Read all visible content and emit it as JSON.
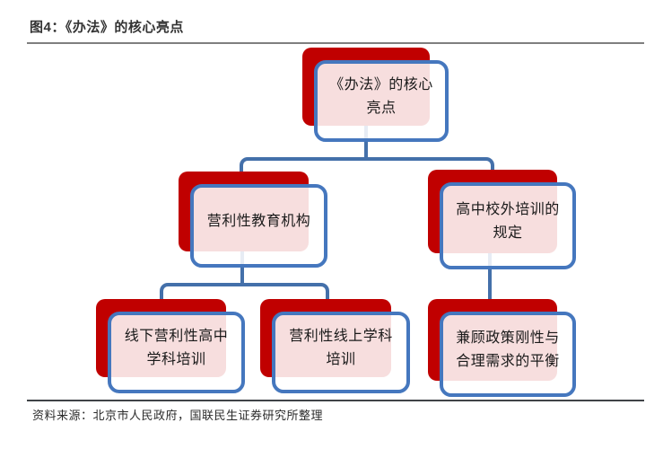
{
  "figure": {
    "title": "图4：《办法》的核心亮点",
    "source": "资料来源：北京市人民政府，国联民生证券研究所整理"
  },
  "palette": {
    "shadow_red": "#C00000",
    "box_border_blue": "#4577BE",
    "box_overlap_pink": "#F7E2E1",
    "connector_blue": "#4470AA",
    "title_text": "#333333",
    "top_divider_gray": "#7F7F7F",
    "bottom_divider_dark": "#3F4347"
  },
  "diagram": {
    "type": "tree",
    "nodes": [
      {
        "id": "root",
        "parent": null,
        "label": "《办法》的核心亮点",
        "lines": [
          "《办法》的核心",
          "亮点"
        ]
      },
      {
        "id": "profit-org",
        "parent": "root",
        "label": "营利性教育机构",
        "lines": [
          "营利性教育机构"
        ]
      },
      {
        "id": "highschool-rules",
        "parent": "root",
        "label": "高中校外培训的规定",
        "lines": [
          "高中校外培训的",
          "规定"
        ]
      },
      {
        "id": "offline-training",
        "parent": "profit-org",
        "label": "线下营利性高中学科培训",
        "lines": [
          "线下营利性高中",
          "学科培训"
        ]
      },
      {
        "id": "online-training",
        "parent": "profit-org",
        "label": "营利性线上学科培训",
        "lines": [
          "营利性线上学科",
          "培训"
        ]
      },
      {
        "id": "policy-balance",
        "parent": "highschool-rules",
        "label": "兼顾政策刚性与合理需求的平衡",
        "lines": [
          "兼顾政策刚性与",
          "合理需求的平衡"
        ]
      }
    ]
  }
}
